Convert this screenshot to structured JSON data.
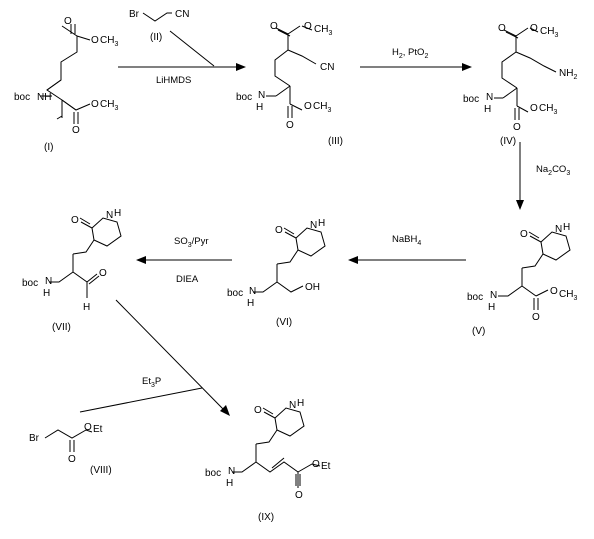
{
  "compounds": {
    "c1": {
      "id": "(I)",
      "boc": "boc",
      "nh": "NH",
      "ome_ester1": "O",
      "ch3": "CH",
      "sub3": "3",
      "o_ester1": "O",
      "o_carb": "O",
      "ome2": "O",
      "ch3b": "CH",
      "sub3b": "3"
    },
    "c2": {
      "id": "(II)",
      "br": "Br",
      "cn": "CN"
    },
    "c3": {
      "id": "(III)",
      "boc": "boc",
      "h": "H",
      "n": "N",
      "o1": "O",
      "o1b": "O",
      "ch3": "CH",
      "sub3": "3",
      "cn": "CN",
      "o2": "O",
      "o2b": "O",
      "ch3b": "CH",
      "sub3b": "3"
    },
    "c4": {
      "id": "(IV)",
      "boc": "boc",
      "h": "H",
      "n": "N",
      "o1": "O",
      "o1b": "O",
      "ch3": "CH",
      "sub3": "3",
      "nh": "NH",
      "sub2": "2",
      "o2": "O",
      "o2b": "O",
      "ch3b": "CH",
      "sub3b": "3"
    },
    "c5": {
      "id": "(V)",
      "boc": "boc",
      "h": "H",
      "n": "N",
      "ring_o": "O",
      "ring_n": "N",
      "ring_h": "H",
      "o1": "O",
      "o2": "O",
      "ch3": "CH",
      "sub3": "3"
    },
    "c6": {
      "id": "(VI)",
      "boc": "boc",
      "h": "H",
      "n": "N",
      "ring_o": "O",
      "ring_n": "N",
      "ring_h": "H",
      "oh": "OH"
    },
    "c7": {
      "id": "(VII)",
      "boc": "boc",
      "h": "H",
      "n": "N",
      "ring_o": "O",
      "ring_n": "N",
      "ring_h": "H",
      "o": "O",
      "ald_h": "H"
    },
    "c8": {
      "id": "(VIII)",
      "br": "Br",
      "o1": "O",
      "o2": "O",
      "et": "Et"
    },
    "c9": {
      "id": "(IX)",
      "boc": "boc",
      "h": "H",
      "n": "N",
      "ring_o": "O",
      "ring_n": "N",
      "ring_h": "H",
      "o1": "O",
      "o2": "O",
      "et": "Et"
    }
  },
  "reagents": {
    "r1": "LiHMDS",
    "r2_h": "H",
    "r2_sub2": "2",
    "r2_mid": ", PtO",
    "r2_sub2b": "2",
    "r3_main": "Na",
    "r3_sub2": "2",
    "r3_co": "CO",
    "r3_sub3": "3",
    "r4_main": "NaBH",
    "r4_sub4": "4",
    "r5_so": "SO",
    "r5_sub3": "3",
    "r5_rest": "/Pyr",
    "r6": "DIEA",
    "r7_et": "Et",
    "r7_sub3": "3",
    "r7_p": "P"
  }
}
